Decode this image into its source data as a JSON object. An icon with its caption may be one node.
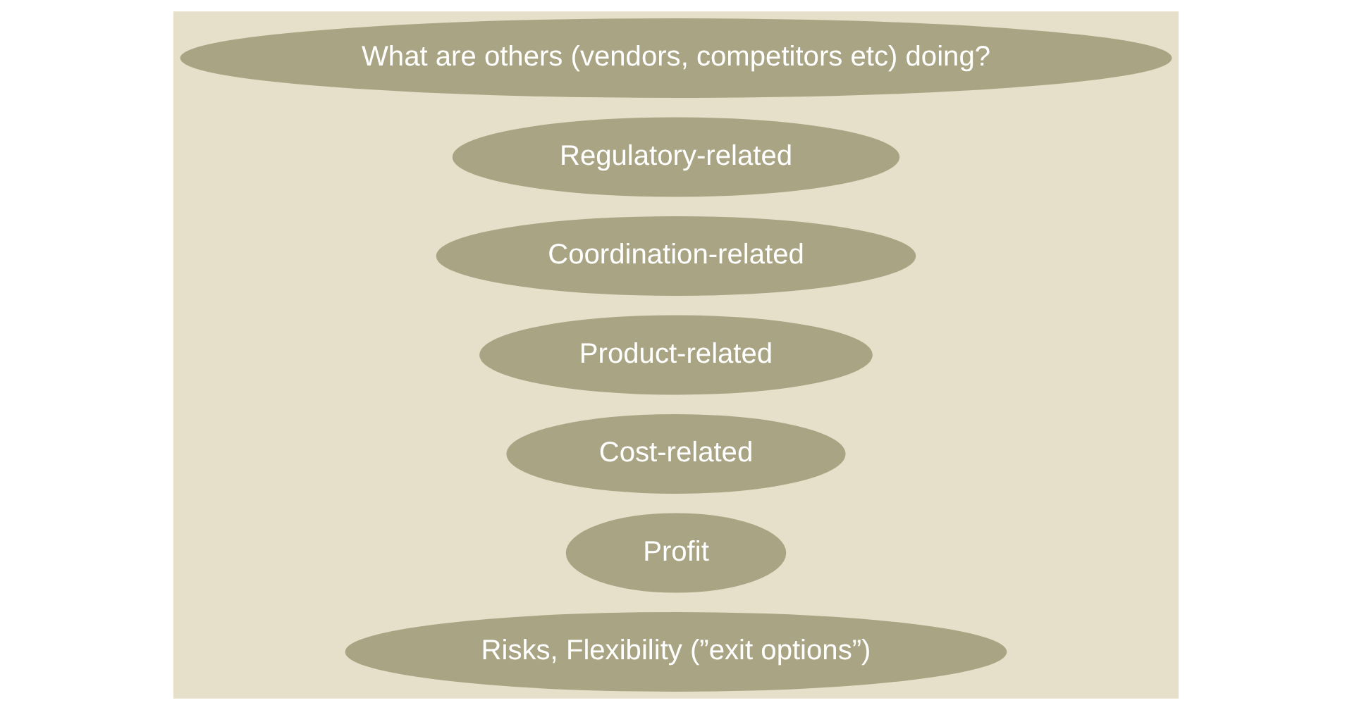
{
  "diagram": {
    "nodes": [
      {
        "text": [
          "Risks, Flexibility (”exit options”)"
        ]
      },
      {
        "text": [
          "Profit"
        ]
      },
      {
        "text": [
          "Cost-related"
        ]
      },
      {
        "text": [
          "Product-related"
        ]
      },
      {
        "text": [
          "Coordination-related"
        ]
      },
      {
        "text": [
          "Regulatory-related"
        ]
      },
      {
        "text": [
          "What are others (vendors, competitors etc) doing?"
        ]
      }
    ],
    "edges": []
  }
}
